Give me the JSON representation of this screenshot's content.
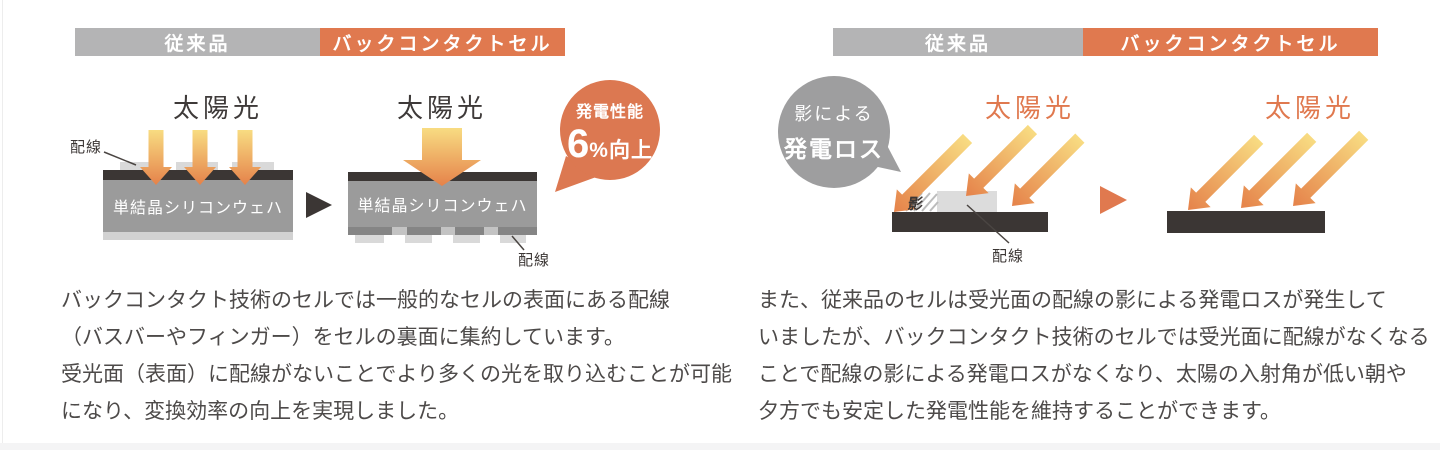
{
  "left_panel": {
    "header": {
      "conventional_label": "従来品",
      "back_contact_label": "バックコンタクトセル"
    },
    "conventional": {
      "sunlight_label": "太陽光",
      "wiring_label": "配線",
      "wafer_label": "単結晶シリコンウェハ"
    },
    "back_contact": {
      "sunlight_label": "太陽光",
      "wiring_label": "配線",
      "wafer_label": "単結晶シリコンウェハ"
    },
    "badge": {
      "title": "発電性能",
      "value": "6",
      "suffix": "%向上"
    },
    "description_lines": [
      "バックコンタクト技術のセルでは一般的なセルの表面にある配線",
      "（バスバーやフィンガー）をセルの裏面に集約しています。",
      "受光面（表面）に配線がないことでより多くの光を取り込むことが可能",
      "になり、変換効率の向上を実現しました。"
    ]
  },
  "right_panel": {
    "header": {
      "conventional_label": "従来品",
      "back_contact_label": "バックコンタクトセル"
    },
    "loss_bubble": {
      "line1": "影による",
      "line2": "発電ロス"
    },
    "conventional": {
      "sunlight_label": "太陽光",
      "shadow_label": "影",
      "wiring_label": "配線"
    },
    "back_contact": {
      "sunlight_label": "太陽光"
    },
    "description_lines": [
      "また、従来品のセルは受光面の配線の影による発電ロスが発生して",
      "いましたが、バックコンタクト技術のセルでは受光面に配線がなくなる",
      "ことで配線の影による発電ロスがなくなり、太陽の入射角が低い朝や",
      "夕方でも安定した発電性能を維持することができます。"
    ]
  },
  "colors": {
    "orange": "#e0794f",
    "badge_orange": "#dc7851",
    "header_gray": "#b4b4b5",
    "bubble_gray": "#9e9e9f",
    "cell_dark": "#3b3634",
    "cell_body": "#9b9b9b"
  }
}
